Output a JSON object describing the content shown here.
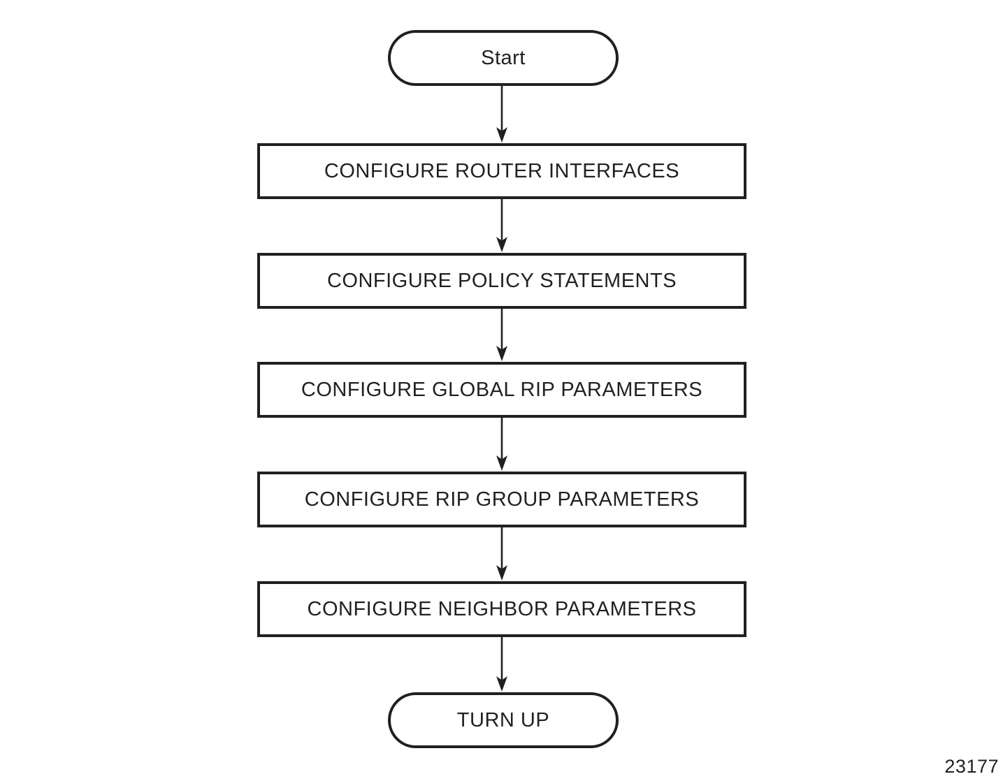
{
  "flowchart": {
    "start": {
      "label": "Start"
    },
    "steps": [
      {
        "label": "CONFIGURE ROUTER INTERFACES"
      },
      {
        "label": "CONFIGURE POLICY STATEMENTS"
      },
      {
        "label": "CONFIGURE GLOBAL RIP PARAMETERS"
      },
      {
        "label": "CONFIGURE RIP GROUP PARAMETERS"
      },
      {
        "label": "CONFIGURE NEIGHBOR PARAMETERS"
      }
    ],
    "end": {
      "label": "TURN UP"
    },
    "figure_number": "23177",
    "colors": {
      "stroke": "#231f20",
      "background": "#ffffff"
    }
  }
}
